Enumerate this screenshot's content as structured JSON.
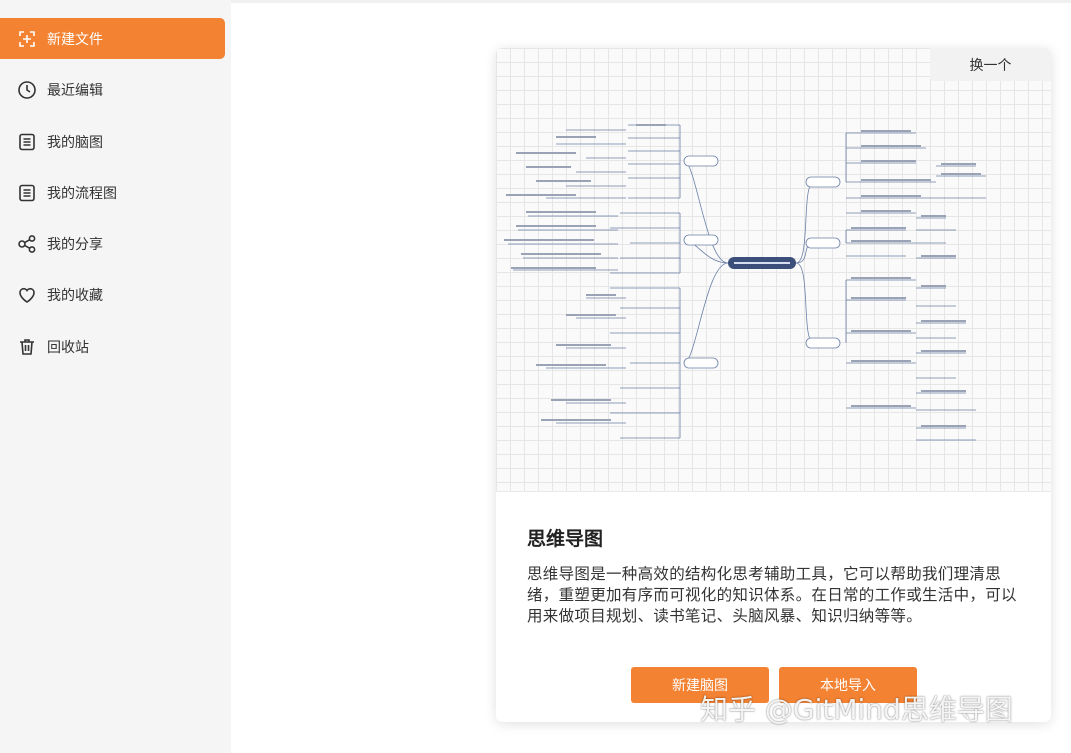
{
  "sidebar": {
    "items": [
      {
        "label": "新建文件",
        "icon": "new-file-icon"
      },
      {
        "label": "最近编辑",
        "icon": "clock-icon"
      },
      {
        "label": "我的脑图",
        "icon": "document-icon"
      },
      {
        "label": "我的流程图",
        "icon": "document-icon"
      },
      {
        "label": "我的分享",
        "icon": "share-icon"
      },
      {
        "label": "我的收藏",
        "icon": "heart-icon"
      },
      {
        "label": "回收站",
        "icon": "trash-icon"
      }
    ]
  },
  "card": {
    "swap_label": "换一个",
    "title": "思维导图",
    "description": "思维导图是一种高效的结构化思考辅助工具，它可以帮助我们理清思绪，重塑更加有序而可视化的知识体系。在日常的工作或生活中，可以用来做项目规划、读书笔记、头脑风暴、知识归纳等等。",
    "new_button": "新建脑图",
    "import_button": "本地导入"
  },
  "watermark": "知乎 @GitMind思维导图",
  "colors": {
    "accent": "#f38232",
    "sidebar_bg": "#f5f5f5",
    "mindmap_line": "#6a7fa6",
    "root_node": "#3c4f7a"
  }
}
